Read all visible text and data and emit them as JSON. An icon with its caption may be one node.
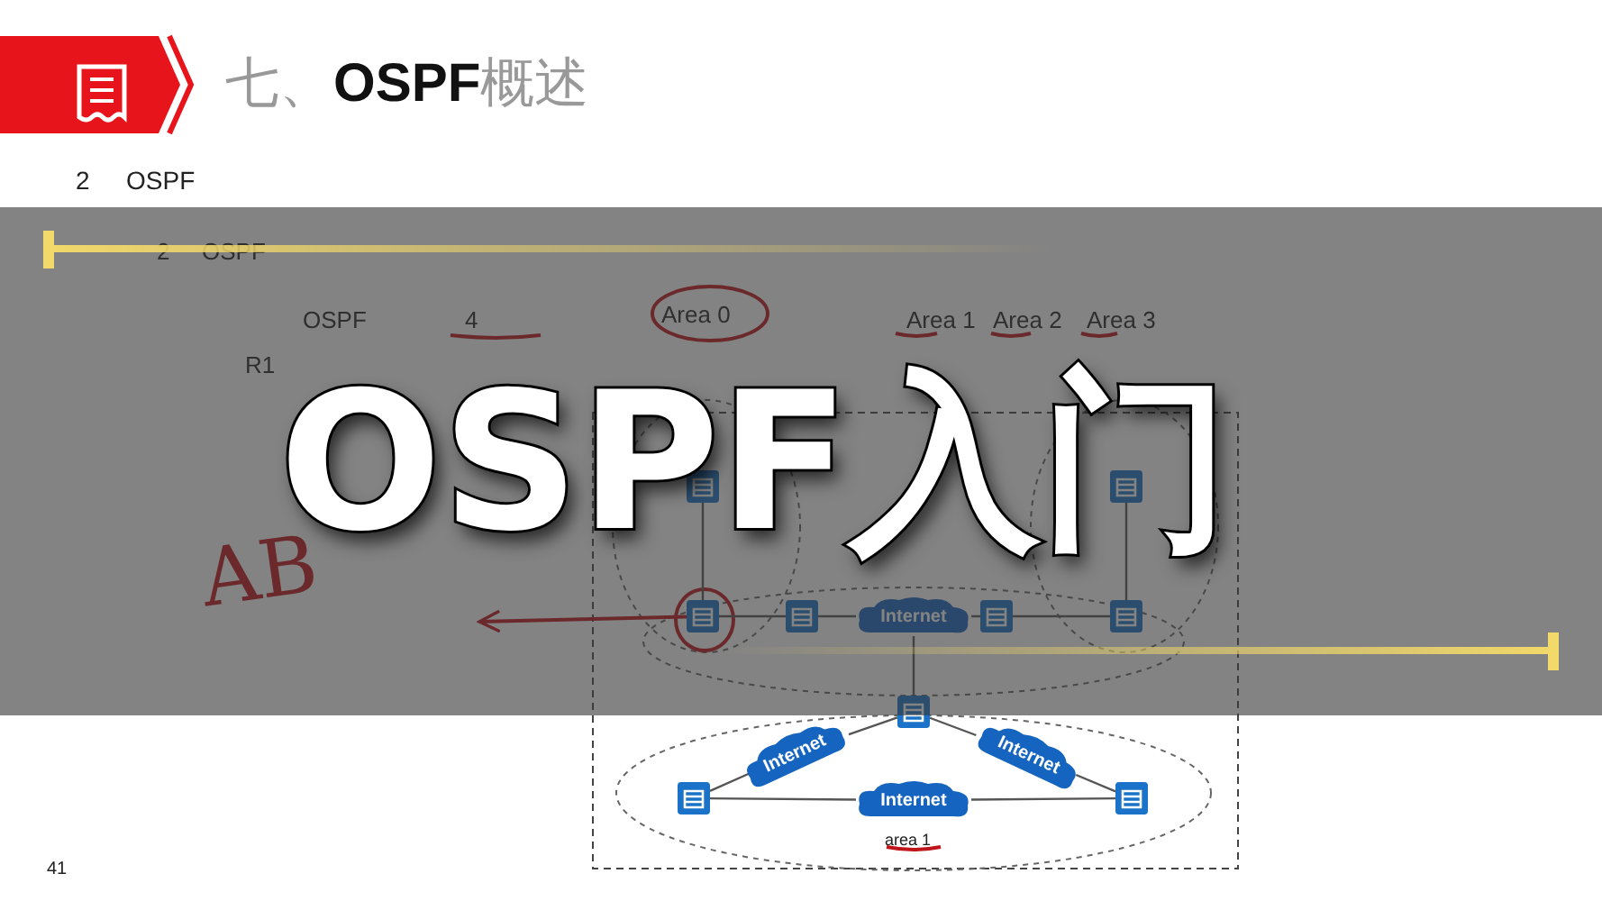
{
  "diagram": {
    "title": "七、**OSPF**概述",
    "nodes": [
      {
        "text": [],
        "shape": "picture"
      },
      {
        "text": [],
        "shape": "picture"
      },
      {
        "text": [],
        "shape": "picture"
      },
      {
        "text": [],
        "shape": "picture"
      },
      {
        "text": [
          "Internet"
        ]
      },
      {
        "text": [],
        "shape": "picture"
      },
      {
        "text": [],
        "shape": "picture"
      },
      {
        "text": [],
        "shape": "picture"
      },
      {
        "text": [
          "Internet"
        ]
      },
      {
        "text": [
          "Internet"
        ]
      },
      {
        "text": [],
        "shape": "picture"
      },
      {
        "text": [
          "Internet"
        ]
      },
      {
        "text": [],
        "shape": "picture"
      }
    ],
    "edges": [
      {
        "from": 0,
        "to": 2,
        "arrow": "none"
      },
      {
        "from": 1,
        "to": 6,
        "arrow": "none"
      },
      {
        "from": 2,
        "to": 3,
        "arrow": "none"
      },
      {
        "from": 3,
        "to": 4,
        "arrow": "none"
      },
      {
        "from": 4,
        "to": 5,
        "arrow": "none"
      },
      {
        "from": 5,
        "to": 6,
        "arrow": "none"
      },
      {
        "from": 4,
        "to": 7,
        "arrow": "none"
      },
      {
        "from": 7,
        "to": 8,
        "arrow": "none"
      },
      {
        "from": 8,
        "to": 10,
        "arrow": "none"
      },
      {
        "from": 7,
        "to": 9,
        "arrow": "none"
      },
      {
        "from": 9,
        "to": 12,
        "arrow": "none"
      },
      {
        "from": 10,
        "to": 11,
        "arrow": "none"
      },
      {
        "from": 11,
        "to": 12,
        "arrow": "none"
      },
      {
        "from": 2,
        "to": null,
        "arrow": "to",
        "color": "#c0141b"
      }
    ],
    "labels": [
      "2",
      "OSPF",
      "2",
      "OSPF",
      "OSPF",
      "4",
      "Area 0",
      "Area 1",
      "Area 2",
      "Area 3",
      "R1",
      "OSPF入门",
      "AB",
      "area 1",
      "41"
    ]
  }
}
